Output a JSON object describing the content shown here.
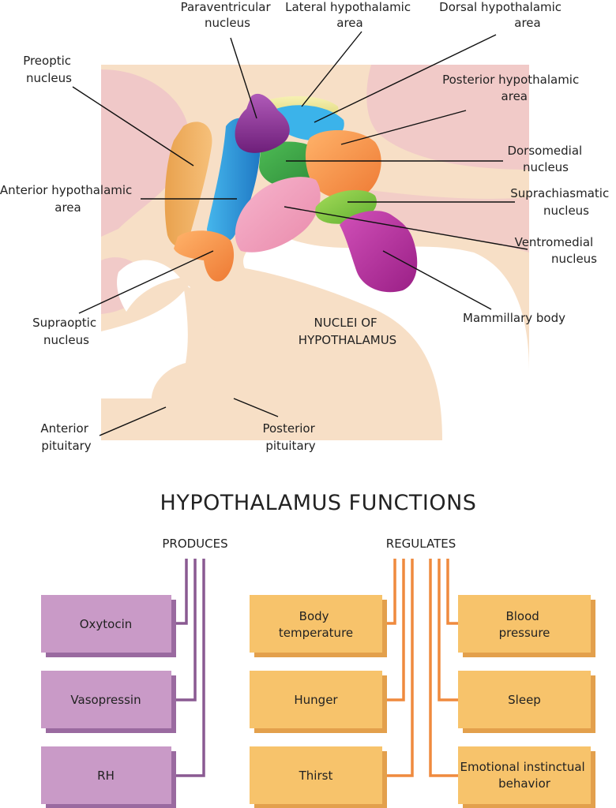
{
  "labels": {
    "paraventricular": [
      "Paraventricular",
      "nucleus"
    ],
    "lateral": [
      "Lateral hypothalamic",
      "area"
    ],
    "dorsal": [
      "Dorsal hypothalamic",
      "area"
    ],
    "preoptic": [
      "Preoptic",
      "nucleus"
    ],
    "posterior_area": [
      "Posterior hypothalamic",
      "area"
    ],
    "dorsomedial": [
      "Dorsomedial",
      "nucleus"
    ],
    "anterior_area": [
      "Anterior hypothalamic",
      "area"
    ],
    "suprachiasmatic": [
      "Suprachiasmatic",
      "nucleus"
    ],
    "ventromedial": [
      "Ventromedial",
      "nucleus"
    ],
    "supraoptic": [
      "Supraoptic",
      "nucleus"
    ],
    "mammillary": [
      "Mammillary body"
    ],
    "nuclei_caption": [
      "NUCLEI OF",
      "HYPOTHALAMUS"
    ],
    "anterior_pituitary": [
      "Anterior",
      "pituitary"
    ],
    "posterior_pituitary": [
      "Posterior",
      "pituitary"
    ]
  },
  "functions": {
    "title": "HYPOTHALAMUS FUNCTIONS",
    "produces_header": "PRODUCES",
    "regulates_header": "REGULATES",
    "produces": [
      [
        "Oxytocin"
      ],
      [
        "Vasopressin"
      ],
      [
        "RH"
      ]
    ],
    "regulates_left": [
      [
        "Body",
        "temperature"
      ],
      [
        "Hunger"
      ],
      [
        "Thirst"
      ]
    ],
    "regulates_right": [
      [
        "Blood",
        "pressure"
      ],
      [
        "Sleep"
      ],
      [
        "Emotional instinctual",
        "behavior"
      ]
    ]
  },
  "colors": {
    "background_tissue": "#f7dfc6",
    "pink_tissue": "#efc4c8",
    "purple_box": "#c99ac7",
    "orange_box": "#f7c36b",
    "purple_line": "#8a5a92",
    "orange_line": "#ef8a3e",
    "paraventricular": "#8a2f93",
    "lateral": "#efe79a",
    "dorsal": "#2aa8e0",
    "preoptic": "#f2ac5a",
    "posterior": "#f58a4a",
    "dorsomedial": "#44a94a",
    "anterior": "#2a8fd6",
    "suprachiasmatic": "#7cc63f",
    "ventromedial": "#f09ab8",
    "supraoptic": "#f5904a",
    "mammillary": "#b8309c"
  }
}
